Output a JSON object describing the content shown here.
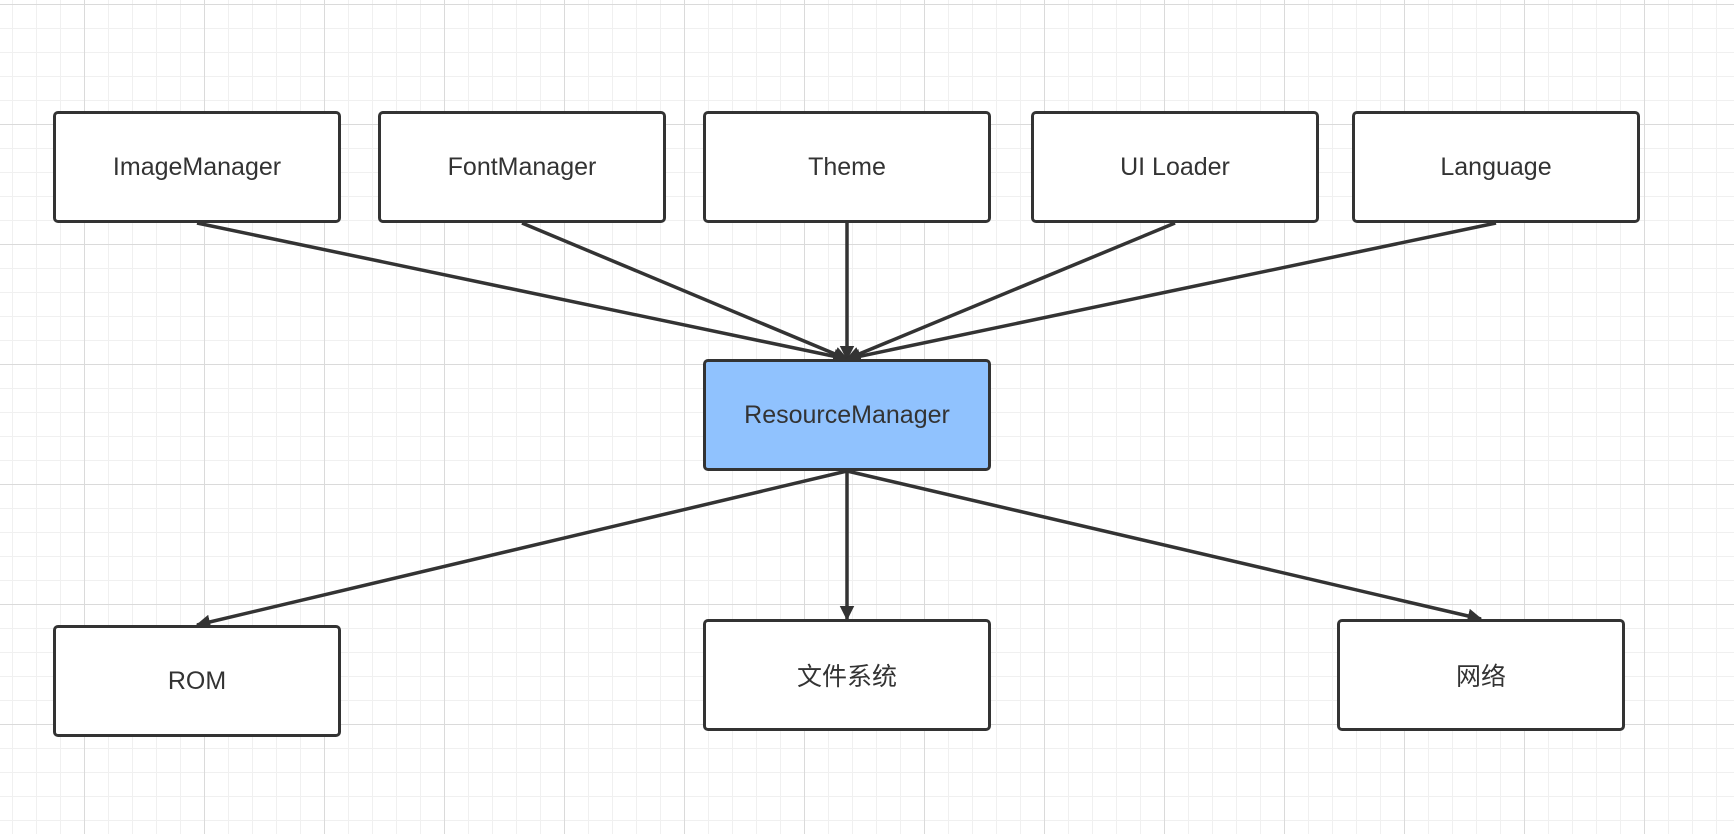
{
  "diagram": {
    "nodes": {
      "image_manager": "ImageManager",
      "font_manager": "FontManager",
      "theme": "Theme",
      "ui_loader": "UI Loader",
      "language": "Language",
      "resource_manager": "ResourceManager",
      "rom": "ROM",
      "file_system": "文件系统",
      "network": "网络"
    },
    "edges": [
      {
        "from": "ImageManager",
        "to": "ResourceManager"
      },
      {
        "from": "FontManager",
        "to": "ResourceManager"
      },
      {
        "from": "Theme",
        "to": "ResourceManager"
      },
      {
        "from": "UI Loader",
        "to": "ResourceManager"
      },
      {
        "from": "Language",
        "to": "ResourceManager"
      },
      {
        "from": "ResourceManager",
        "to": "ROM"
      },
      {
        "from": "ResourceManager",
        "to": "文件系统"
      },
      {
        "from": "ResourceManager",
        "to": "网络"
      }
    ],
    "colors": {
      "central_fill": "#90c2fe",
      "node_fill": "#ffffff",
      "stroke": "#333333"
    }
  }
}
